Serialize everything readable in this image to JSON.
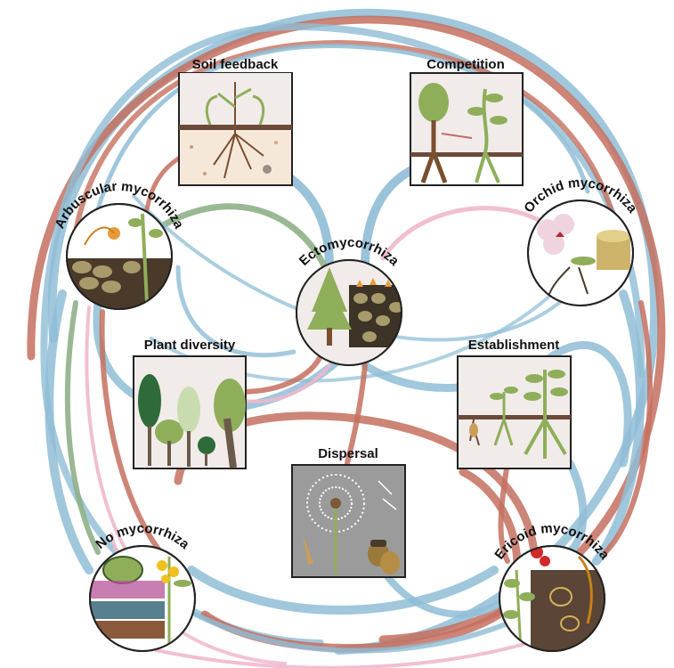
{
  "palette": {
    "blue_link": "#8fbdd6",
    "red_link": "#c4705f",
    "green_link": "#8fb087",
    "pink_link": "#efb8cc",
    "panel_border": "#222222",
    "soil_brown": "#6b4a3a",
    "plant_green": "#8fae5a",
    "circle_fill": "#f1ecea"
  },
  "mycorrhizal_types": [
    {
      "key": "arbuscular",
      "label": "Arbuscular mycorrhiza",
      "icon": "arbuscular-mycorrhiza-icon"
    },
    {
      "key": "ecto",
      "label": "Ectomycorrhiza",
      "icon": "ectomycorrhiza-icon"
    },
    {
      "key": "orchid",
      "label": "Orchid mycorrhiza",
      "icon": "orchid-mycorrhiza-icon"
    },
    {
      "key": "none",
      "label": "No mycorrhiza",
      "icon": "no-mycorrhiza-icon"
    },
    {
      "key": "ericoid",
      "label": "Ericoid mycorrhiza",
      "icon": "ericoid-mycorrhiza-icon"
    }
  ],
  "processes": [
    {
      "key": "soil_feedback",
      "label": "Soil feedback",
      "icon": "soil-feedback-icon"
    },
    {
      "key": "competition",
      "label": "Competition",
      "icon": "competition-icon"
    },
    {
      "key": "plant_diversity",
      "label": "Plant diversity",
      "icon": "plant-diversity-icon"
    },
    {
      "key": "establishment",
      "label": "Establishment",
      "icon": "establishment-icon"
    },
    {
      "key": "dispersal",
      "label": "Dispersal",
      "icon": "dispersal-icon"
    }
  ]
}
